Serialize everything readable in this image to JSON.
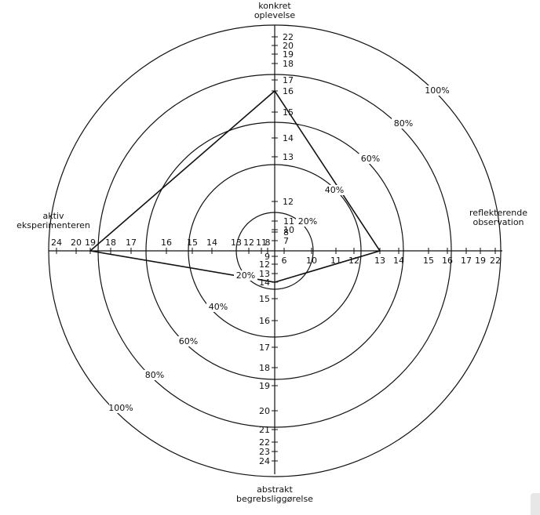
{
  "axes": {
    "top": {
      "lines": [
        "konkret",
        "oplevelse"
      ],
      "ticks": [
        "7",
        "8",
        "10",
        "11",
        "12",
        "13",
        "14",
        "15",
        "16",
        "17",
        "18",
        "19",
        "20",
        "22"
      ]
    },
    "right": {
      "lines": [
        "reflekterende",
        "observation"
      ],
      "ticks": [
        "6",
        "10",
        "11",
        "12",
        "13",
        "14",
        "15",
        "16",
        "17",
        "19",
        "22"
      ]
    },
    "bottom": {
      "lines": [
        "abstrakt",
        "begrebsliggørelse"
      ],
      "ticks": [
        "9",
        "12",
        "13",
        "14",
        "15",
        "16",
        "17",
        "18",
        "19",
        "20",
        "21",
        "22",
        "23",
        "24"
      ]
    },
    "left": {
      "lines": [
        "aktiv",
        "eksperimenteren"
      ],
      "ticks": [
        "8",
        "11",
        "12",
        "13",
        "14",
        "15",
        "16",
        "17",
        "18",
        "19",
        "20",
        "24"
      ]
    }
  },
  "rings": [
    {
      "label": "20%",
      "label_ne": "20%",
      "label_sw": "20%"
    },
    {
      "label": "40%",
      "label_ne": "40%",
      "label_sw": "40%"
    },
    {
      "label": "60%",
      "label_ne": "60%",
      "label_sw": "60%"
    },
    {
      "label": "80%",
      "label_ne": "80%",
      "label_sw": "80%"
    },
    {
      "label": "100%",
      "label_ne": "100%",
      "label_sw": "100%"
    }
  ],
  "profile": {
    "top": "16",
    "right": "13",
    "bottom": "14",
    "left": "19"
  },
  "colors": {
    "ink": "#111111",
    "background": "#ffffff"
  }
}
